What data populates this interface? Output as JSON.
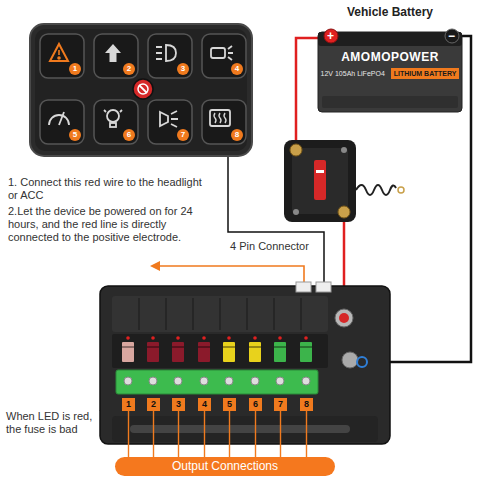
{
  "diagram": {
    "nodes": [
      {
        "text": [
          "1"
        ]
      },
      {
        "text": [
          "2"
        ]
      },
      {
        "text": [
          "3"
        ]
      },
      {
        "text": [
          "4"
        ]
      },
      {
        "text": [
          "5"
        ]
      },
      {
        "text": [
          "6"
        ]
      },
      {
        "text": [
          "7"
        ]
      },
      {
        "text": [
          "8"
        ]
      },
      {
        "text": [
          "Vehicle Battery",
          "AMOMOPOWER",
          "12V 105Ah LiFePO4",
          "LITHIUM BATTERY"
        ]
      },
      {
        "text": [
          "1"
        ]
      },
      {
        "text": [
          "2"
        ]
      },
      {
        "text": [
          "3"
        ]
      },
      {
        "text": [
          "4"
        ]
      },
      {
        "text": [
          "5"
        ]
      },
      {
        "text": [
          "6"
        ]
      },
      {
        "text": [
          "7"
        ]
      },
      {
        "text": [
          "8"
        ]
      },
      {
        "text": [
          "Output Connections"
        ]
      }
    ],
    "edges": [
      {
        "from": 9,
        "to": 17,
        "arrow": "none"
      },
      {
        "from": 10,
        "to": 17,
        "arrow": "none"
      },
      {
        "from": 11,
        "to": 17,
        "arrow": "none"
      },
      {
        "from": 12,
        "to": 17,
        "arrow": "none"
      },
      {
        "from": 13,
        "to": 17,
        "arrow": "none"
      },
      {
        "from": 14,
        "to": 17,
        "arrow": "none"
      },
      {
        "from": 15,
        "to": 17,
        "arrow": "none"
      },
      {
        "from": 16,
        "to": 17,
        "arrow": "none"
      }
    ],
    "labels": [
      "+",
      "−",
      "1. Connect this red wire to the headlight or ACC",
      "2.Let the device be powered on for 24 hours, and the red line is directly connected to the positive electrode.",
      "4 Pin Connector",
      "When LED is red, the fuse is bad"
    ]
  }
}
